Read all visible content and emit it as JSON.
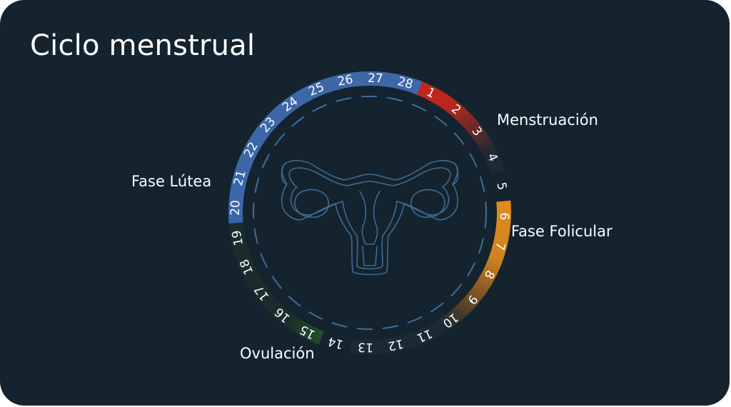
{
  "title": "Ciclo menstrual",
  "phases": {
    "menstruation": "Menstruación",
    "follicular": "Fase Folicular",
    "ovulation": "Ovulación",
    "luteal": "Fase Lútea"
  },
  "cycle_days": [
    "1",
    "2",
    "3",
    "4",
    "5",
    "6",
    "7",
    "8",
    "9",
    "10",
    "11",
    "12",
    "13",
    "14",
    "15",
    "16",
    "17",
    "18",
    "19",
    "20",
    "21",
    "22",
    "23",
    "24",
    "25",
    "26",
    "27",
    "28"
  ],
  "colors": {
    "background": "#14232e",
    "menstruation": "#c0261e",
    "follicular": "#e08a1e",
    "ovulation": "#3a9a3c",
    "luteal": "#3d67a8",
    "transition": "#1b2a33",
    "uterus_outline": "#3f6a94",
    "inner_ring": "#3e6e99"
  },
  "icon": "uterus-icon"
}
